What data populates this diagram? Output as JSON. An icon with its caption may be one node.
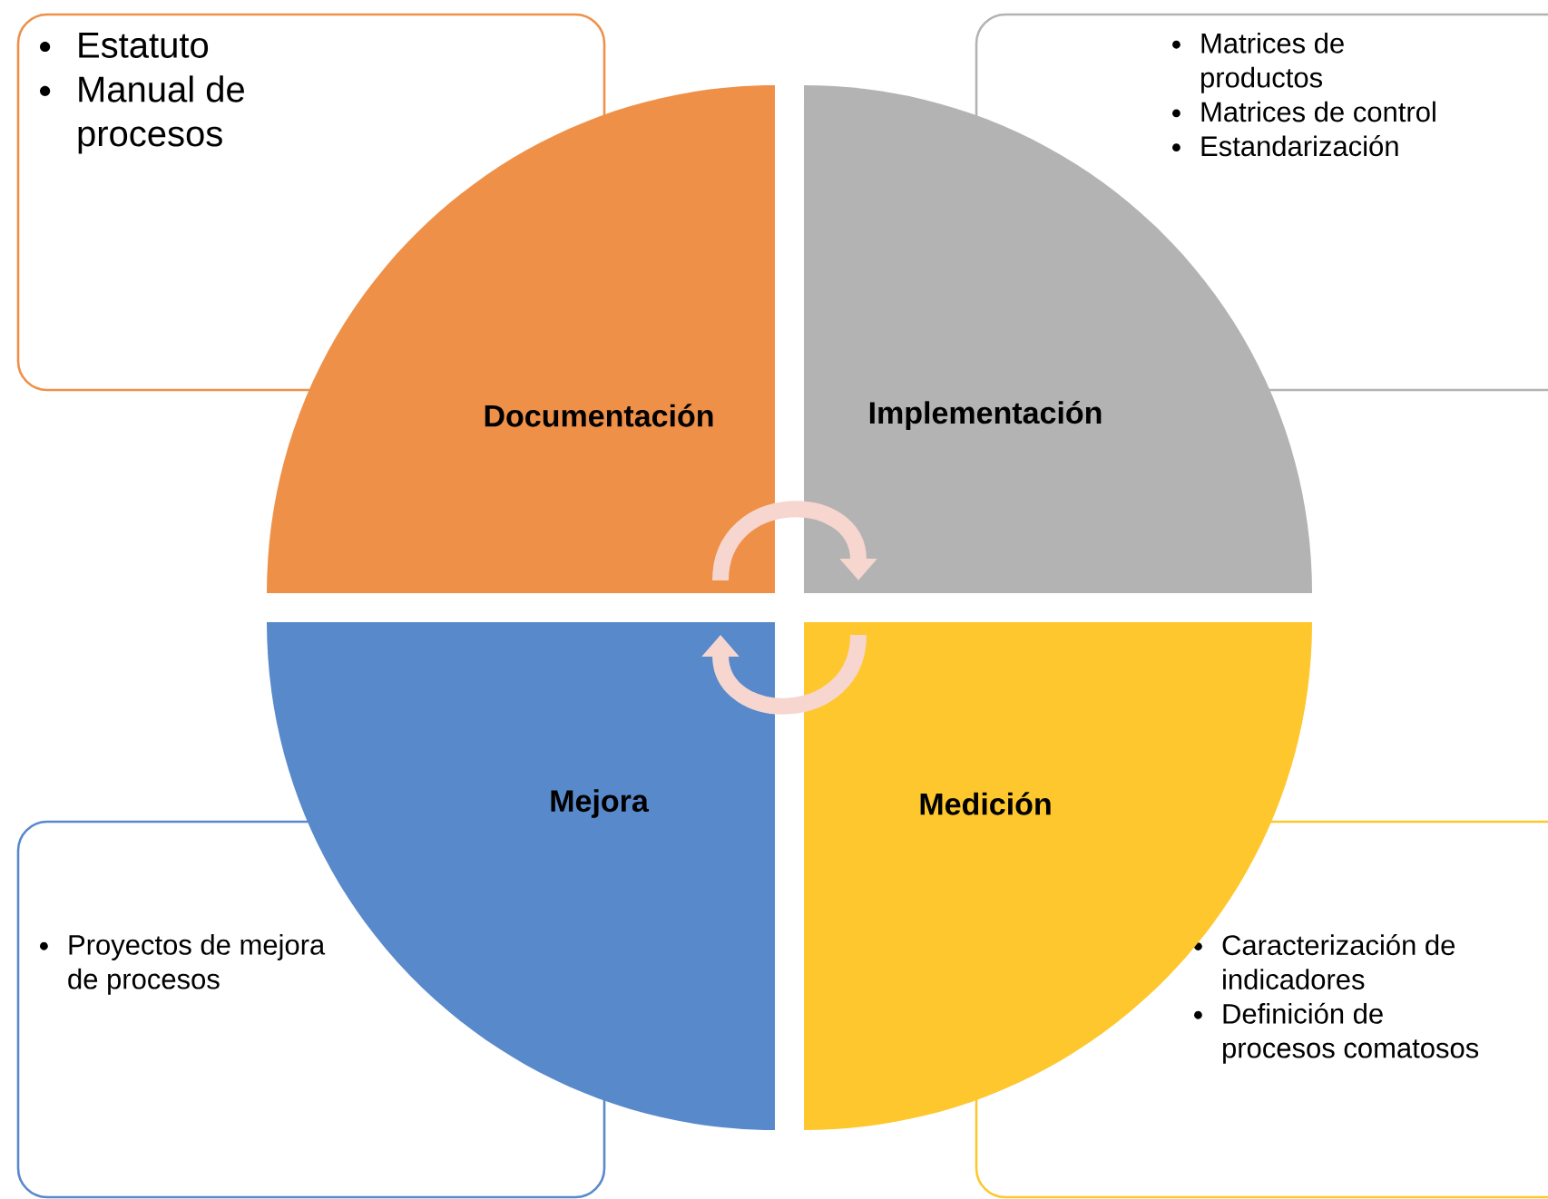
{
  "diagram": {
    "nodes": [
      {
        "text": [
          "Estatuto",
          "Manual de procesos"
        ]
      },
      {
        "text": [
          "Matrices de productos",
          "Matrices de control",
          "Estandarización"
        ]
      },
      {
        "text": [
          "Documentación"
        ]
      },
      {
        "text": [
          "Implementación"
        ]
      },
      {
        "text": [
          "Mejora"
        ]
      },
      {
        "text": [
          "Medición"
        ]
      },
      {
        "text": [
          "Proyectos de mejora de procesos"
        ]
      },
      {
        "text": [
          "Caracterización de indicadores",
          "Definición de procesos comatosos"
        ]
      }
    ],
    "edges": [
      {
        "from": 2,
        "to": 3,
        "arrow": "to"
      },
      {
        "from": 5,
        "to": 4,
        "arrow": "to"
      }
    ]
  }
}
